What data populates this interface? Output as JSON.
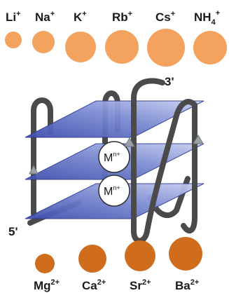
{
  "colors": {
    "monovalent_ion": "#f4a35e",
    "divalent_ion": "#cf6d1c",
    "quartet_plane": "#5c6cc0",
    "backbone": "#4a4a4a",
    "arrow": "#9aa2a6"
  },
  "monovalent_ions": [
    {
      "symbol": "Li",
      "charge": "+"
    },
    {
      "symbol": "Na",
      "charge": "+"
    },
    {
      "symbol": "K",
      "charge": "+"
    },
    {
      "symbol": "Rb",
      "charge": "+"
    },
    {
      "symbol": "Cs",
      "charge": "+"
    },
    {
      "symbol": "NH",
      "subscript": "4",
      "charge": "+"
    }
  ],
  "divalent_ions": [
    {
      "symbol": "Mg",
      "charge": "2+"
    },
    {
      "symbol": "Ca",
      "charge": "2+"
    },
    {
      "symbol": "Sr",
      "charge": "2+"
    },
    {
      "symbol": "Ba",
      "charge": "2+"
    }
  ],
  "strand_ends": {
    "three_prime": "3'",
    "five_prime": "5'"
  },
  "metal_sites": [
    {
      "symbol": "M",
      "charge": "n+"
    },
    {
      "symbol": "M",
      "charge": "n+"
    }
  ]
}
